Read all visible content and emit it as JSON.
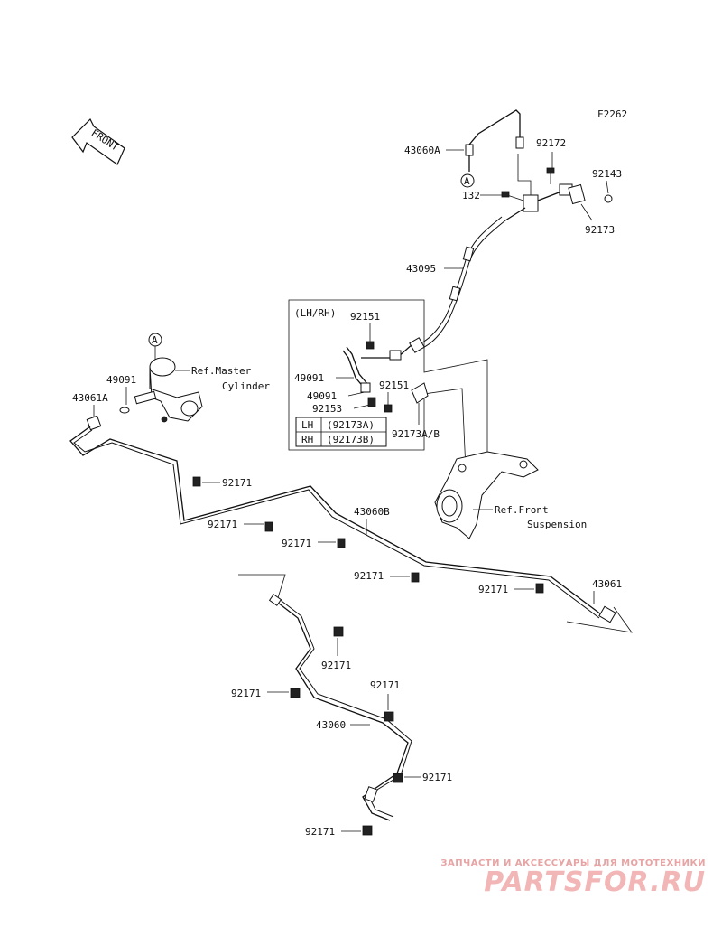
{
  "figure_code": "F2262",
  "front_label": "FRONT",
  "lh_rh_label": "(LH/RH)",
  "lhrh_table": [
    {
      "side": "LH",
      "part": "(92173A)"
    },
    {
      "side": "RH",
      "part": "(92173B)"
    }
  ],
  "circle_marker": "A",
  "refs": {
    "master_line1": "Ref.Master",
    "master_line2": "Cylinder",
    "front_line1": "Ref.Front",
    "front_line2": "Suspension"
  },
  "labels": {
    "p43060A": "43060A",
    "p92172": "92172",
    "p92143": "92143",
    "p132": "132",
    "p92173": "92173",
    "p43095": "43095",
    "p92151a": "92151",
    "p49091a": "49091",
    "p49091b": "49091",
    "p92153": "92153",
    "p92151b": "92151",
    "p92173AB": "92173A/B",
    "p49091c": "49091",
    "p43061A": "43061A",
    "p92171a": "92171",
    "p43060B": "43060B",
    "p92171b": "92171",
    "p92171c": "92171",
    "p92171d": "92171",
    "p92171e": "92171",
    "p43061": "43061",
    "p92171f": "92171",
    "p92171g": "92171",
    "p92171h": "92171",
    "p43060": "43060",
    "p92171i": "92171",
    "p92171j": "92171"
  },
  "watermark": {
    "top": "ЗАПЧАСТИ И АКСЕССУАРЫ ДЛЯ МОТОТЕХНИКИ",
    "logo": "PARTSFOR.RU"
  }
}
